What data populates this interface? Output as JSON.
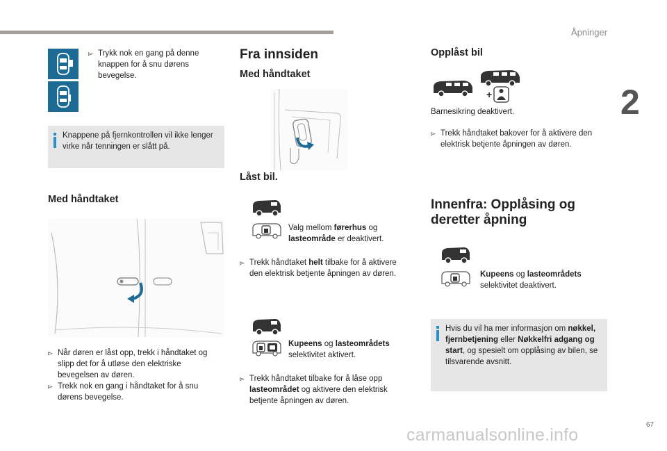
{
  "header": {
    "section": "Åpninger",
    "chapter": "2",
    "page": "67"
  },
  "watermark": "carmanualsonline.info",
  "colors": {
    "accent": "#1d6b95",
    "info_blue": "#2a8fc7",
    "header_bar": "#a39e9a"
  },
  "col1": {
    "step1": "Trykk nok en gang på denne knappen for å snu dørens bevegelse.",
    "info": "Knappene på fjernkontrollen vil ikke lenger virke når tenningen er slått på.",
    "heading": "Med håndtaket",
    "step2": "Når døren er låst opp, trekk i håndtaket og slipp det for å utløse den elektriske bevegelsen av døren.",
    "step3": "Trekk nok en gang i håndtaket for å snu dørens bevegelse."
  },
  "col2": {
    "title": "Fra innsiden",
    "heading": "Med håndtaket",
    "locked_heading": "Låst bil.",
    "sel1": {
      "pre": "Valg mellom ",
      "b1": "førerhus",
      "mid": " og ",
      "b2": "lasteområde",
      "post": " er deaktivert."
    },
    "step1": {
      "pre": "Trekk håndtaket ",
      "b": "helt",
      "post": " tilbake for å aktivere den elektrisk betjente åpningen av døren."
    },
    "sel2": {
      "b1": "Kupeens",
      "mid": " og ",
      "b2": "lasteområdets",
      "post": "selektivitet aktivert."
    },
    "step2": {
      "pre": "Trekk håndtaket tilbake for å låse opp ",
      "b": "lasteområdet",
      "post": " og aktivere den elektrisk betjente åpningen av døren."
    }
  },
  "col3": {
    "heading": "Opplåst bil",
    "child_lock": "Barnesikring deaktivert.",
    "step1": "Trekk håndtaket bakover for å aktivere den elektrisk betjente åpningen av døren.",
    "title_line1": "Innenfra: Opplåsing og",
    "title_line2": "deretter åpning",
    "sel": {
      "b1": "Kupeens",
      "mid": " og ",
      "b2": "lasteområdets",
      "post": "selektivitet deaktivert."
    },
    "info": {
      "pre": "Hvis du vil ha mer informasjon om ",
      "b1": "nøkkel, fjernbetjening",
      "mid": " eller ",
      "b2": "Nøkkelfri adgang og start",
      "post": ", og spesielt om opplåsing av bilen, se tilsvarende avsnitt."
    }
  }
}
